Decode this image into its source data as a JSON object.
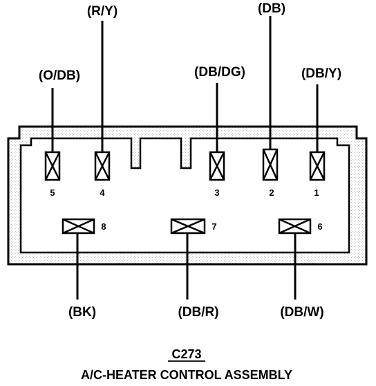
{
  "connector": {
    "id": "C273",
    "name": "A/C-HEATER CONTROL ASSEMBLY",
    "top_pins": [
      {
        "pin": "5",
        "wire": "(O/DB)"
      },
      {
        "pin": "4",
        "wire": "(R/Y)"
      },
      {
        "pin": "3",
        "wire": "(DB/DG)"
      },
      {
        "pin": "2",
        "wire": "(DB)"
      },
      {
        "pin": "1",
        "wire": "(DB/Y)"
      }
    ],
    "bottom_pins": [
      {
        "pin": "8",
        "wire": "(BK)"
      },
      {
        "pin": "7",
        "wire": "(DB/R)"
      },
      {
        "pin": "6",
        "wire": "(DB/W)"
      }
    ]
  }
}
